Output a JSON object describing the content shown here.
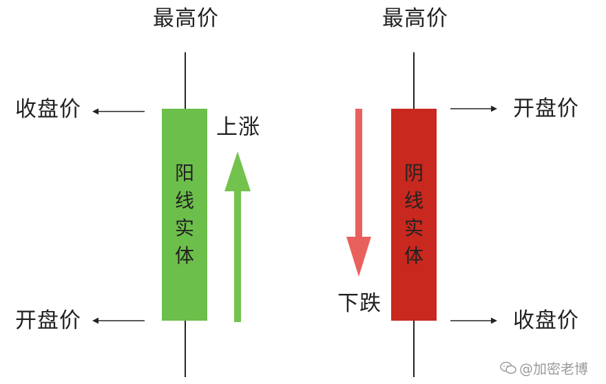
{
  "bullish": {
    "high_label": "最高价",
    "close_label": "收盘价",
    "open_label": "开盘价",
    "body_chars": [
      "阳",
      "线",
      "实",
      "体"
    ],
    "move_label": "上涨",
    "body_color": "#6cbf4a",
    "arrow_color": "#74c24e"
  },
  "bearish": {
    "high_label": "最高价",
    "open_label": "开盘价",
    "close_label": "收盘价",
    "body_chars": [
      "阴",
      "线",
      "实",
      "体"
    ],
    "move_label": "下跌",
    "body_color": "#c8281e",
    "arrow_color": "#e8615c"
  },
  "watermark": {
    "icon": "wechat-icon",
    "text": "@加密老博"
  }
}
